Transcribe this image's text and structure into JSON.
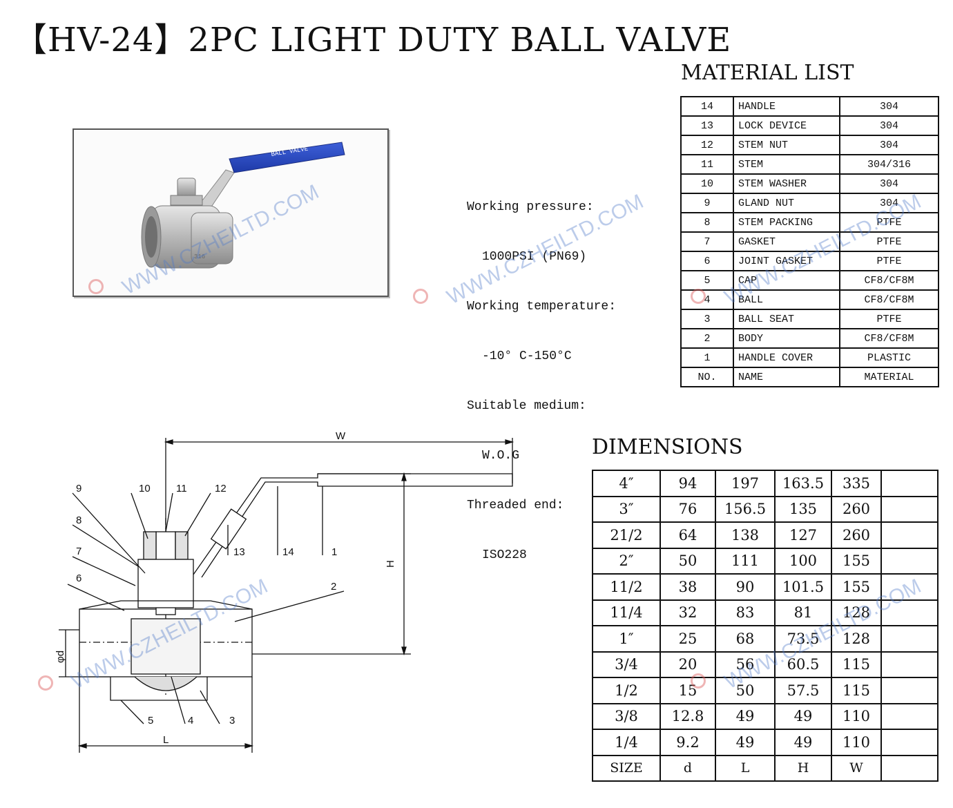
{
  "title": "【HV-24】2PC LIGHT DUTY BALL VALVE",
  "material_list": {
    "heading": "MATERIAL LIST",
    "rows": [
      {
        "no": "14",
        "name": "HANDLE",
        "material": "304"
      },
      {
        "no": "13",
        "name": "LOCK DEVICE",
        "material": "304"
      },
      {
        "no": "12",
        "name": "STEM NUT",
        "material": "304"
      },
      {
        "no": "11",
        "name": "STEM",
        "material": "304/316"
      },
      {
        "no": "10",
        "name": "STEM WASHER",
        "material": "304"
      },
      {
        "no": "9",
        "name": "GLAND NUT",
        "material": "304"
      },
      {
        "no": "8",
        "name": "STEM PACKING",
        "material": "PTFE"
      },
      {
        "no": "7",
        "name": "GASKET",
        "material": "PTFE"
      },
      {
        "no": "6",
        "name": "JOINT GASKET",
        "material": "PTFE"
      },
      {
        "no": "5",
        "name": "CAP",
        "material": "CF8/CF8M"
      },
      {
        "no": "4",
        "name": "BALL",
        "material": "CF8/CF8M"
      },
      {
        "no": "3",
        "name": "BALL SEAT",
        "material": "PTFE"
      },
      {
        "no": "2",
        "name": "BODY",
        "material": "CF8/CF8M"
      },
      {
        "no": "1",
        "name": "HANDLE COVER",
        "material": "PLASTIC"
      }
    ],
    "header": {
      "no": "NO.",
      "name": "NAME",
      "material": "MATERIAL"
    }
  },
  "specs": {
    "pressure_label": "Working pressure:",
    "pressure_value": "1000PSI (PN69)",
    "temperature_label": "Working temperature:",
    "temperature_value": "-10° C-150°C",
    "medium_label": "Suitable medium:",
    "medium_value": "W.O.G",
    "end_label": "Threaded end:",
    "end_value": "ISO228"
  },
  "photo": {
    "handle_text": "BALL VALVE",
    "body_text": "316"
  },
  "dimensions": {
    "heading": "DIMENSIONS",
    "rows": [
      [
        "4″",
        "94",
        "197",
        "163.5",
        "335",
        ""
      ],
      [
        "3″",
        "76",
        "156.5",
        "135",
        "260",
        ""
      ],
      [
        "21/2",
        "64",
        "138",
        "127",
        "260",
        ""
      ],
      [
        "2″",
        "50",
        "111",
        "100",
        "155",
        ""
      ],
      [
        "11/2",
        "38",
        "90",
        "101.5",
        "155",
        ""
      ],
      [
        "11/4",
        "32",
        "83",
        "81",
        "128",
        ""
      ],
      [
        "1″",
        "25",
        "68",
        "73.5",
        "128",
        ""
      ],
      [
        "3/4",
        "20",
        "56",
        "60.5",
        "115",
        ""
      ],
      [
        "1/2",
        "15",
        "50",
        "57.5",
        "115",
        ""
      ],
      [
        "3/8",
        "12.8",
        "49",
        "49",
        "110",
        ""
      ],
      [
        "1/4",
        "9.2",
        "49",
        "49",
        "110",
        ""
      ]
    ],
    "header": [
      "SIZE",
      "d",
      "L",
      "H",
      "W",
      ""
    ]
  },
  "drawing": {
    "labels": {
      "w": "W",
      "h": "H",
      "l": "L",
      "d": "φd"
    },
    "callouts": [
      "9",
      "10",
      "11",
      "12",
      "8",
      "7",
      "6",
      "13",
      "14",
      "1",
      "2",
      "5",
      "4",
      "3"
    ]
  },
  "watermark": "WWW.CZHEILTD.COM"
}
